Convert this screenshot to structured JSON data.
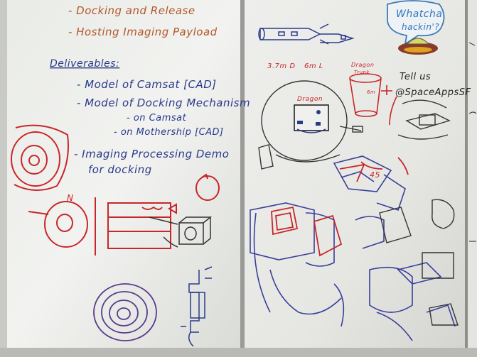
{
  "left_board": {
    "items_top": [
      "- Docking and Release",
      "- Hosting Imaging Payload"
    ],
    "deliverables_heading": "Deliverables:",
    "deliverables": [
      "- Model of Camsat [CAD]",
      "- Model of Docking Mechanism",
      "- on Camsat",
      "- on Mothership [CAD]",
      "- Imaging Processing Demo",
      "for docking"
    ],
    "north_label": "N"
  },
  "right_board": {
    "bubble_text": [
      "Whatcha",
      "hackin'?"
    ],
    "tell_us": "Tell us",
    "handle": "@SpaceAppsSF",
    "dim_a": "3.7m D",
    "dim_b": "6m L",
    "dragon": "Dragon",
    "dragon_top": "Dragon",
    "dragon_trunk": "Trunk",
    "sixm": "6m",
    "angle_45": "45"
  },
  "colors": {
    "brown_ink": "#b4552a",
    "blue_ink": "#2a3a8a",
    "red_ink": "#c8262a",
    "black_ink": "#222"
  }
}
